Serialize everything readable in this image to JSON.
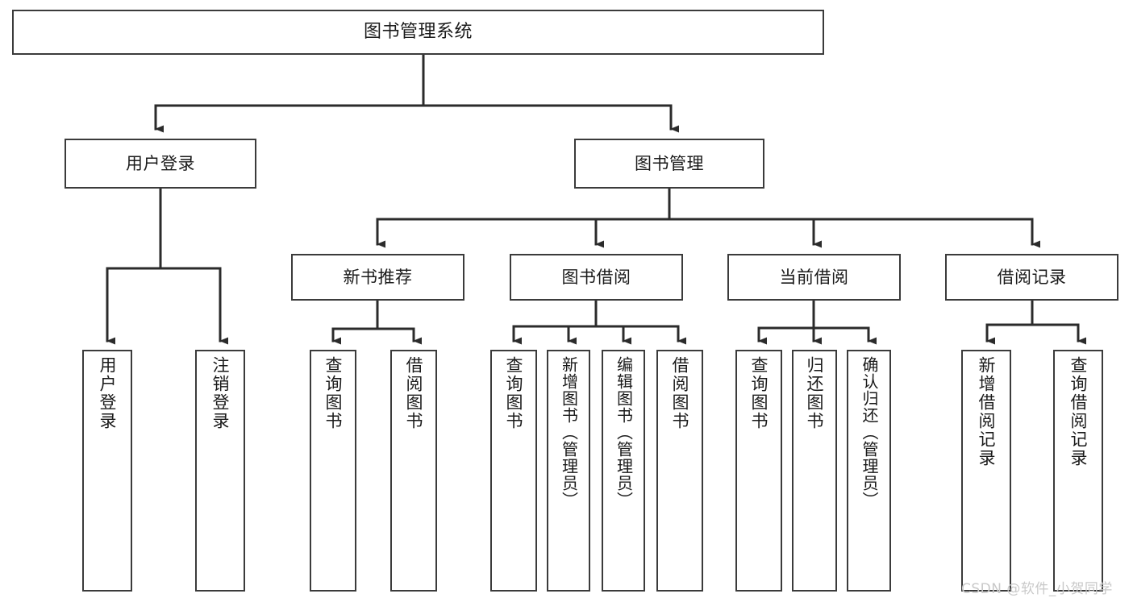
{
  "diagram": {
    "title": "图书管理系统",
    "type": "tree-hierarchy-chart",
    "colors": {
      "box_border": "#3b3b3b",
      "box_fill": "#ffffff",
      "edge": "#2b2b2b",
      "text": "#1a1a1a",
      "watermark": "#c9c9c9"
    },
    "root": {
      "id": "root",
      "label": "图书管理系统"
    },
    "level1": [
      {
        "id": "user-login",
        "label": "用户登录"
      },
      {
        "id": "book-manage",
        "label": "图书管理"
      }
    ],
    "level2": [
      {
        "id": "new-book-rec",
        "label": "新书推荐",
        "parent": "book-manage"
      },
      {
        "id": "book-borrow",
        "label": "图书借阅",
        "parent": "book-manage"
      },
      {
        "id": "current-borrow",
        "label": "当前借阅",
        "parent": "book-manage"
      },
      {
        "id": "borrow-record",
        "label": "借阅记录",
        "parent": "book-manage"
      }
    ],
    "leaves": [
      {
        "id": "leaf-user-login",
        "label": "用户登录",
        "parent": "user-login"
      },
      {
        "id": "leaf-logout",
        "label": "注销登录",
        "parent": "user-login"
      },
      {
        "id": "leaf-query-book-1",
        "label": "查询图书",
        "parent": "new-book-rec"
      },
      {
        "id": "leaf-borrow-book-1",
        "label": "借阅图书",
        "parent": "new-book-rec"
      },
      {
        "id": "leaf-query-book-2",
        "label": "查询图书",
        "parent": "book-borrow"
      },
      {
        "id": "leaf-add-book",
        "label": "新增图书（管理员）",
        "parent": "book-borrow"
      },
      {
        "id": "leaf-edit-book",
        "label": "编辑图书（管理员）",
        "parent": "book-borrow"
      },
      {
        "id": "leaf-borrow-book-2",
        "label": "借阅图书",
        "parent": "book-borrow"
      },
      {
        "id": "leaf-query-book-3",
        "label": "查询图书",
        "parent": "current-borrow"
      },
      {
        "id": "leaf-return-book",
        "label": "归还图书",
        "parent": "current-borrow"
      },
      {
        "id": "leaf-confirm-return",
        "label": "确认归还（管理员）",
        "parent": "current-borrow"
      },
      {
        "id": "leaf-add-record",
        "label": "新增借阅记录",
        "parent": "borrow-record"
      },
      {
        "id": "leaf-query-record",
        "label": "查询借阅记录",
        "parent": "borrow-record"
      }
    ],
    "watermark": "CSDN @软件_小贺同学"
  }
}
